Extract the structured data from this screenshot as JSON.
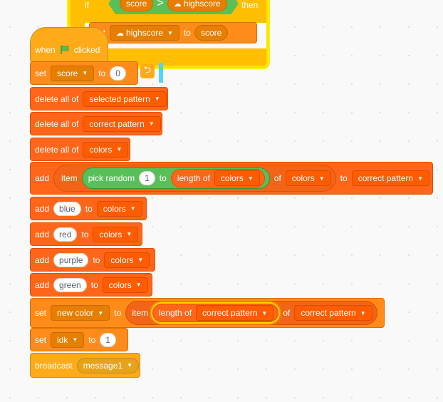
{
  "if_block": {
    "if_label": "if",
    "cond_left": "score",
    "cond_op": ">",
    "cond_right": "highscore",
    "then_label": "then",
    "set_label": "set",
    "set_var": "highscore",
    "to_label": "to",
    "set_value": "score"
  },
  "script": {
    "hat": {
      "when": "when",
      "clicked": "clicked",
      "flag_icon": "green-flag-icon"
    },
    "set_score": {
      "label": "set",
      "var": "score",
      "to": "to",
      "value": "0"
    },
    "delete1": {
      "label": "delete all of",
      "list": "selected pattern"
    },
    "delete2": {
      "label": "delete all of",
      "list": "correct pattern"
    },
    "delete3": {
      "label": "delete all of",
      "list": "colors"
    },
    "add_item": {
      "add": "add",
      "item": "item",
      "pick_random": "pick random",
      "from": "1",
      "to1": "to",
      "length_of": "length of",
      "length_list": "colors",
      "of": "of",
      "of_list": "colors",
      "to2": "to",
      "target": "correct pattern"
    },
    "add_blue": {
      "add": "add",
      "value": "blue",
      "to": "to",
      "list": "colors"
    },
    "add_red": {
      "add": "add",
      "value": "red",
      "to": "to",
      "list": "colors"
    },
    "add_purple": {
      "add": "add",
      "value": "purple",
      "to": "to",
      "list": "colors"
    },
    "add_green": {
      "add": "add",
      "value": "green",
      "to": "to",
      "list": "colors"
    },
    "set_new_color": {
      "label": "set",
      "var": "new color",
      "to": "to",
      "item": "item",
      "length_of": "length of",
      "length_list": "correct pattern",
      "of": "of",
      "of_list": "correct pattern"
    },
    "set_idk": {
      "label": "set",
      "var": "idk",
      "to": "to",
      "value": "1"
    },
    "broadcast": {
      "label": "broadcast",
      "message": "message1"
    }
  },
  "colors": {
    "variables": "#ff8c1a",
    "lists": "#ff661a",
    "control": "#ffbf00",
    "events": "#ffab19",
    "operators": "#59c059"
  }
}
